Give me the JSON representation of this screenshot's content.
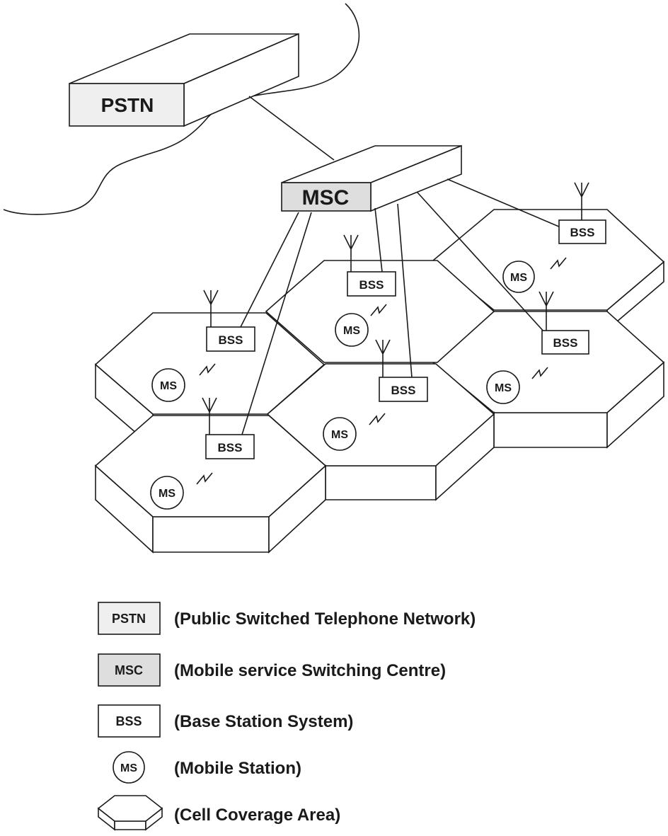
{
  "diagram": {
    "pstn_label": "PSTN",
    "msc_label": "MSC",
    "bss_label": "BSS",
    "ms_label": "MS"
  },
  "legend": [
    {
      "symbol": "PSTN",
      "text": "(Public Switched Telephone Network)"
    },
    {
      "symbol": "MSC",
      "text": "(Mobile service Switching Centre)"
    },
    {
      "symbol": "BSS",
      "text": "(Base Station System)"
    },
    {
      "symbol": "MS",
      "text": "(Mobile Station)"
    },
    {
      "symbol": "",
      "text": "(Cell Coverage Area)"
    }
  ],
  "colors": {
    "pstn_fill": "#efefef",
    "msc_fill": "#dedede",
    "line": "#1a1a1a"
  }
}
